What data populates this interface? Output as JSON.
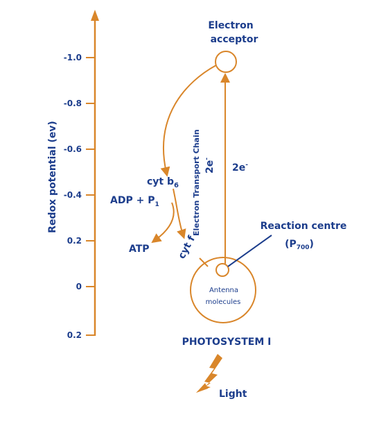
{
  "colors": {
    "accent": "#d9862a",
    "text": "#1c3d8c"
  },
  "axis": {
    "label": "Redox potential (ev)",
    "ticks": [
      "-1.0",
      "-0.8",
      "-0.6",
      "-0.4",
      "0.2",
      "0",
      "0.2"
    ]
  },
  "labels": {
    "electron_acceptor_1": "Electron",
    "electron_acceptor_2": "acceptor",
    "cyt_b": "cyt b",
    "cyt_b_sub": "6",
    "adp": "ADP + P",
    "adp_sub": "1",
    "atp": "ATP",
    "cyt_f": "cyt f",
    "etc": "Electron Transport Chain",
    "etc_2e": "2e",
    "etc_2e_sup": "-",
    "right_2e": "2e",
    "right_2e_sup": "-",
    "reaction_centre": "Reaction centre",
    "p700_open": "(P",
    "p700_sub": "700",
    "p700_close": ")",
    "antenna_1": "Antenna",
    "antenna_2": "molecules",
    "photosystem": "PHOTOSYSTEM I",
    "light": "Light"
  },
  "icons": {
    "lightning": "lightning-icon"
  }
}
